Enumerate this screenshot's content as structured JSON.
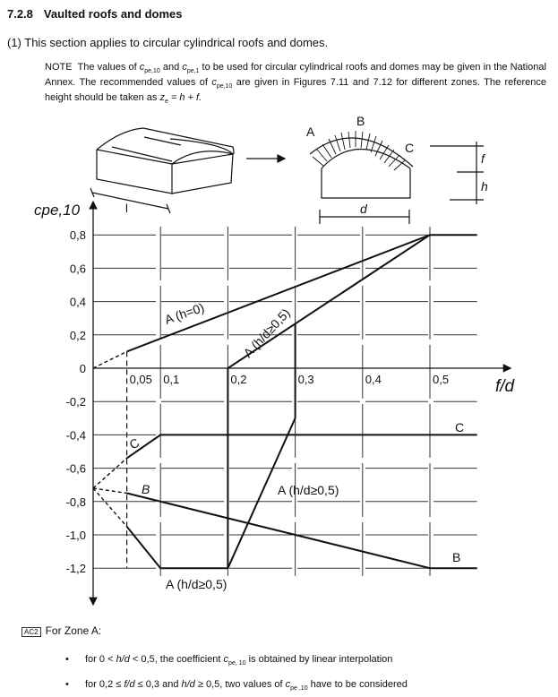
{
  "section": {
    "number": "7.2.8",
    "title": "Vaulted roofs and domes"
  },
  "paragraph1": "(1) This section applies to circular cylindrical roofs and domes.",
  "note": {
    "label": "NOTE",
    "p1": "The values of",
    "c1": "c",
    "c1sub": "pe,10",
    "p2": "and",
    "c2": "c",
    "c2sub": "pe,1",
    "p3": "to be used for circular cylindrical roofs and domes may be given in the National Annex. The recommended values of",
    "c3": "c",
    "c3sub": "pe,10",
    "p4": "are given in Figures 7.11 and 7.12 for different zones. The reference height should be taken as",
    "formula": "z",
    "formula_sub": "e",
    "formula_rest": "= h + f."
  },
  "schematic": {
    "zone_a": "A",
    "zone_b": "B",
    "zone_c": "C",
    "length": "l",
    "diameter": "d",
    "rise": "f",
    "height": "h"
  },
  "chart_data": {
    "type": "line",
    "xlabel": "f/d",
    "ylabel": "cpe,10",
    "xlim": [
      0,
      0.57
    ],
    "ylim": [
      -1.3,
      0.85
    ],
    "xticks": [
      "0,05",
      "0,1",
      "0,2",
      "0,3",
      "0,4",
      "0,5"
    ],
    "xtick_values": [
      0.05,
      0.1,
      0.2,
      0.3,
      0.4,
      0.5
    ],
    "yticks": [
      "0,8",
      "0,6",
      "0,4",
      "0,2",
      "0",
      "-0,2",
      "-0,4",
      "-0,6",
      "-0,8",
      "-1,0",
      "-1,2"
    ],
    "ytick_values": [
      0.8,
      0.6,
      0.4,
      0.2,
      0,
      -0.2,
      -0.4,
      -0.6,
      -0.8,
      -1.0,
      -1.2
    ],
    "grid": true,
    "series": [
      {
        "name": "A (h=0)",
        "label_text": "A (h=0)",
        "dashed": [
          [
            0,
            0
          ],
          [
            0.05,
            0.1
          ]
        ],
        "points": [
          [
            0.05,
            0.1
          ],
          [
            0.5,
            0.8
          ],
          [
            0.57,
            0.8
          ]
        ]
      },
      {
        "name": "A (h/d≥0,5) upper",
        "label_text": "A (h/d≥0,5)",
        "points": [
          [
            0.2,
            -1.2
          ],
          [
            0.2,
            0
          ],
          [
            0.5,
            0.8
          ]
        ]
      },
      {
        "name": "A (h/d≥0,5) lower",
        "label_text": "A (h/d≥0,5)",
        "dashed": [
          [
            0,
            -0.72
          ],
          [
            0.05,
            -0.95
          ]
        ],
        "points": [
          [
            0.05,
            -0.95
          ],
          [
            0.1,
            -1.2
          ],
          [
            0.2,
            -1.2
          ],
          [
            0.3,
            -0.3
          ],
          [
            0.3,
            0.267
          ]
        ]
      },
      {
        "name": "C",
        "label_text": "C",
        "dashed": [
          [
            0,
            -0.72
          ],
          [
            0.05,
            -0.54
          ]
        ],
        "points": [
          [
            0.05,
            -0.54
          ],
          [
            0.1,
            -0.4
          ],
          [
            0.57,
            -0.4
          ]
        ]
      },
      {
        "name": "B",
        "label_text": "B",
        "dashed": [
          [
            0,
            -0.72
          ],
          [
            0.05,
            -0.75
          ]
        ],
        "points": [
          [
            0.05,
            -0.75
          ],
          [
            0.5,
            -1.2
          ],
          [
            0.57,
            -1.2
          ]
        ]
      }
    ],
    "series_labels": {
      "a_h0": "A (h=0)",
      "a_upper": "A (h/d≥0,5)",
      "a_mid": "A (h/d≥0,5)",
      "a_bottom": "A (h/d≥0,5)",
      "c_left": "C",
      "b_left": "B",
      "c_right": "C",
      "b_right": "B"
    }
  },
  "zone_a": {
    "badge": "AC2",
    "title": "For Zone A:",
    "b1_pre": "for 0 <",
    "b1_hd": "h/d",
    "b1_mid": "< 0,5, the coefficient",
    "b1_c": "c",
    "b1_sub": "pe, 10",
    "b1_post": "is obtained by linear interpolation",
    "b2_pre": "for 0,2 ≤",
    "b2_fd": "f/d",
    "b2_mid": "≤ 0,3 and",
    "b2_hd": "h/d",
    "b2_mid2": "≥ 0,5, two values of",
    "b2_c": "c",
    "b2_sub": "pe ,10",
    "b2_post": "have to be considered"
  }
}
